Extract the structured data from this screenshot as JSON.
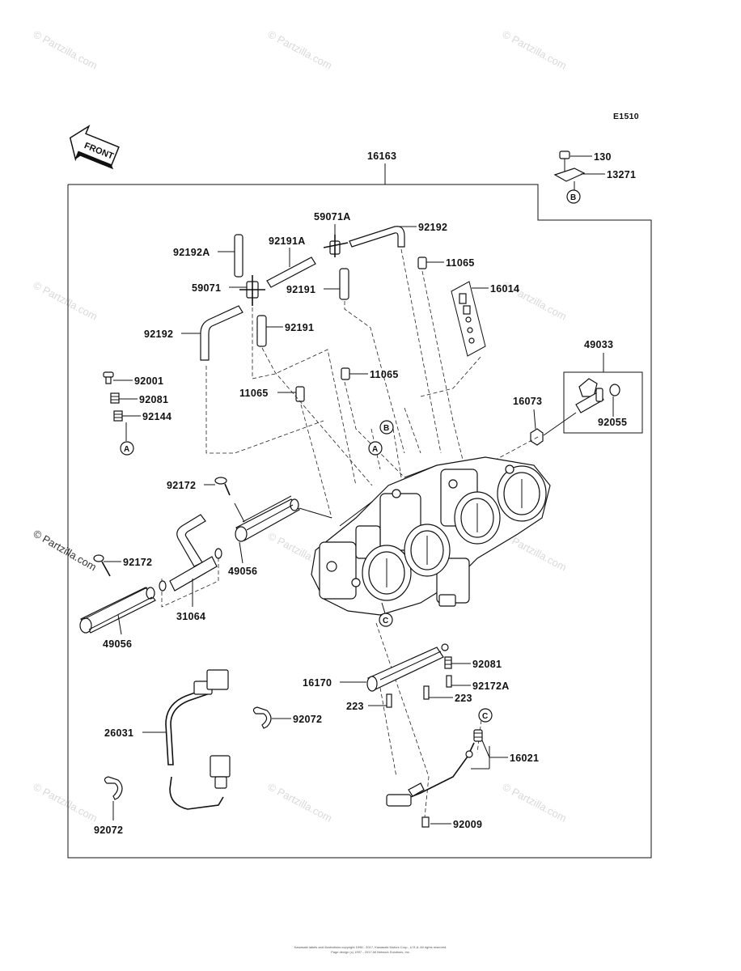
{
  "diagram_code": "E1510",
  "front_label": "FRONT",
  "watermark": "© Partzilla.com",
  "footer_lines": [
    "Kawasaki labels and illustrations copyright 1996 - 2017, Kawasaki Motors Corp., U.S.A. All rights reserved.",
    "Page design (c) 1997 - 2017 All Network Solutions, Inc."
  ],
  "callouts": {
    "c16163": "16163",
    "c130": "130",
    "c13271": "13271",
    "c59071A": "59071A",
    "c92192_top": "92192",
    "c92192A": "92192A",
    "c92191A": "92191A",
    "c11065_top": "11065",
    "c16014": "16014",
    "c59071": "59071",
    "c92191_a": "92191",
    "c92192_left": "92192",
    "c92191_b": "92191",
    "c49033": "49033",
    "c92001": "92001",
    "c11065_mid": "11065",
    "c92081_left": "92081",
    "c11065_left": "11065",
    "c16073": "16073",
    "c92144": "92144",
    "c92055": "92055",
    "c92172_top": "92172",
    "c92172_left": "92172",
    "c49056_right": "49056",
    "c31064": "31064",
    "c49056_left": "49056",
    "c92081_right": "92081",
    "c16170": "16170",
    "c92172A": "92172A",
    "c223_left": "223",
    "c223_right": "223",
    "c26031": "26031",
    "c92072_mid": "92072",
    "c16021": "16021",
    "c92072_bottom": "92072",
    "c92009": "92009"
  },
  "reference_markers": {
    "m_b_top": "B",
    "m_a_left": "A",
    "m_b_body": "B",
    "m_a_body": "A",
    "m_c_body": "C",
    "m_c_right": "C"
  }
}
